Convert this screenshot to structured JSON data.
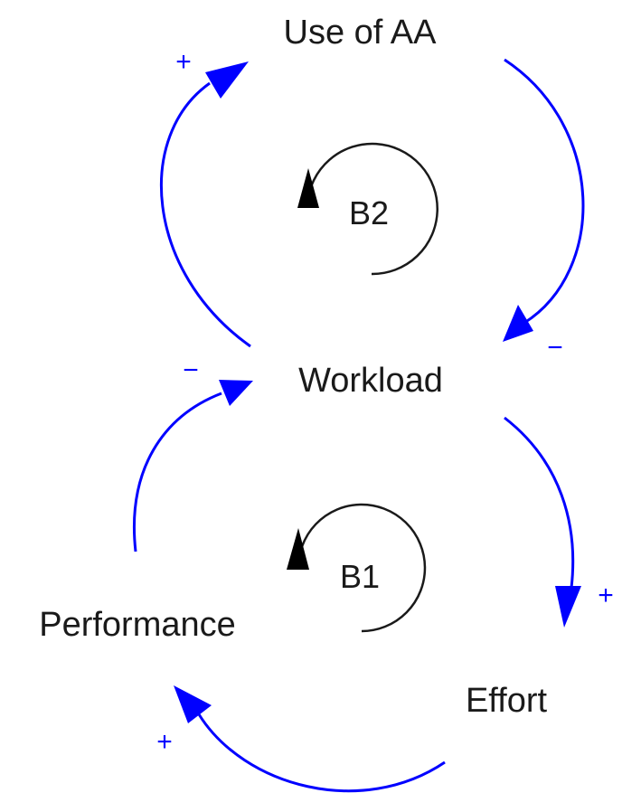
{
  "nodes": {
    "use_of_aa": "Use of AA",
    "workload": "Workload",
    "performance": "Performance",
    "effort": "Effort"
  },
  "loops": {
    "b2": "B2",
    "b1": "B1"
  },
  "polarities": {
    "workload_to_use_of_aa": "+",
    "use_of_aa_to_workload": "−",
    "performance_to_workload": "−",
    "workload_to_effort": "+",
    "effort_to_performance": "+"
  },
  "colors": {
    "link": "#0000ff",
    "loop_marker": "#000000",
    "text": "#1a1a1a"
  }
}
